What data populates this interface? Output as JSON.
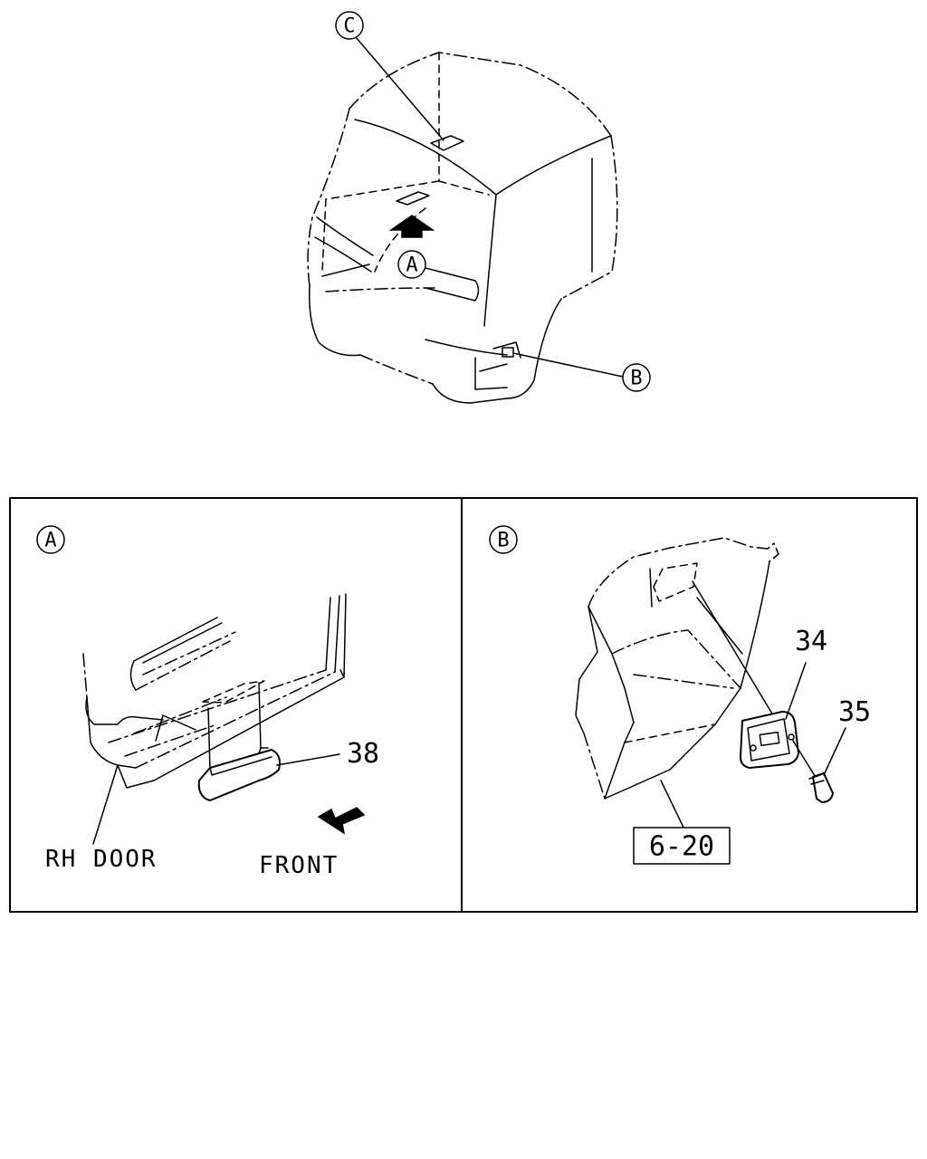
{
  "overview": {
    "callout_a": "A",
    "callout_b": "B",
    "callout_c": "C"
  },
  "detail_a": {
    "callout": "A",
    "part_number": "38",
    "label_door": "RH DOOR",
    "label_front": "FRONT"
  },
  "detail_b": {
    "callout": "B",
    "part_number_switch": "34",
    "part_number_screw": "35",
    "reference": "6-20"
  }
}
